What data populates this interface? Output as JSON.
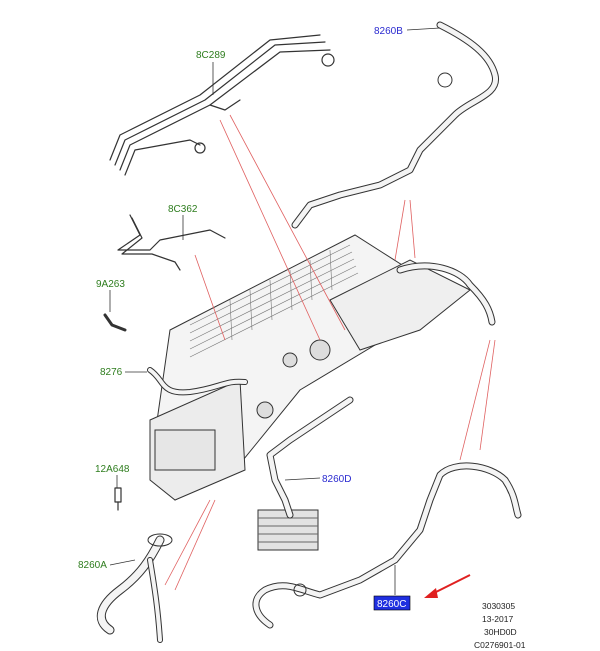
{
  "callouts": [
    {
      "id": "8C289",
      "text": "8C289",
      "color": "#2e7d1e"
    },
    {
      "id": "8C362",
      "text": "8C362",
      "color": "#2e7d1e"
    },
    {
      "id": "9A263",
      "text": "9A263",
      "color": "#2e7d1e"
    },
    {
      "id": "8276",
      "text": "8276",
      "color": "#2e7d1e"
    },
    {
      "id": "12A648",
      "text": "12A648",
      "color": "#2e7d1e"
    },
    {
      "id": "8260A",
      "text": "8260A",
      "color": "#2e7d1e"
    },
    {
      "id": "8260B",
      "text": "8260B",
      "color": "#2a2ad0"
    },
    {
      "id": "8260D",
      "text": "8260D",
      "color": "#2a2ad0"
    },
    {
      "id": "8260C",
      "text": "8260C",
      "color": "#ffffff",
      "highlight": "#1f2fe0"
    }
  ],
  "reference_block": {
    "line1": "3030305",
    "line2": "13-2017",
    "line3": "30HD0D",
    "line4": "C0276901-01"
  },
  "colors": {
    "leader_lines": "#e06060",
    "arrow": "#e02020",
    "part_outline": "#333333",
    "part_fill": "#f4f4f4"
  }
}
